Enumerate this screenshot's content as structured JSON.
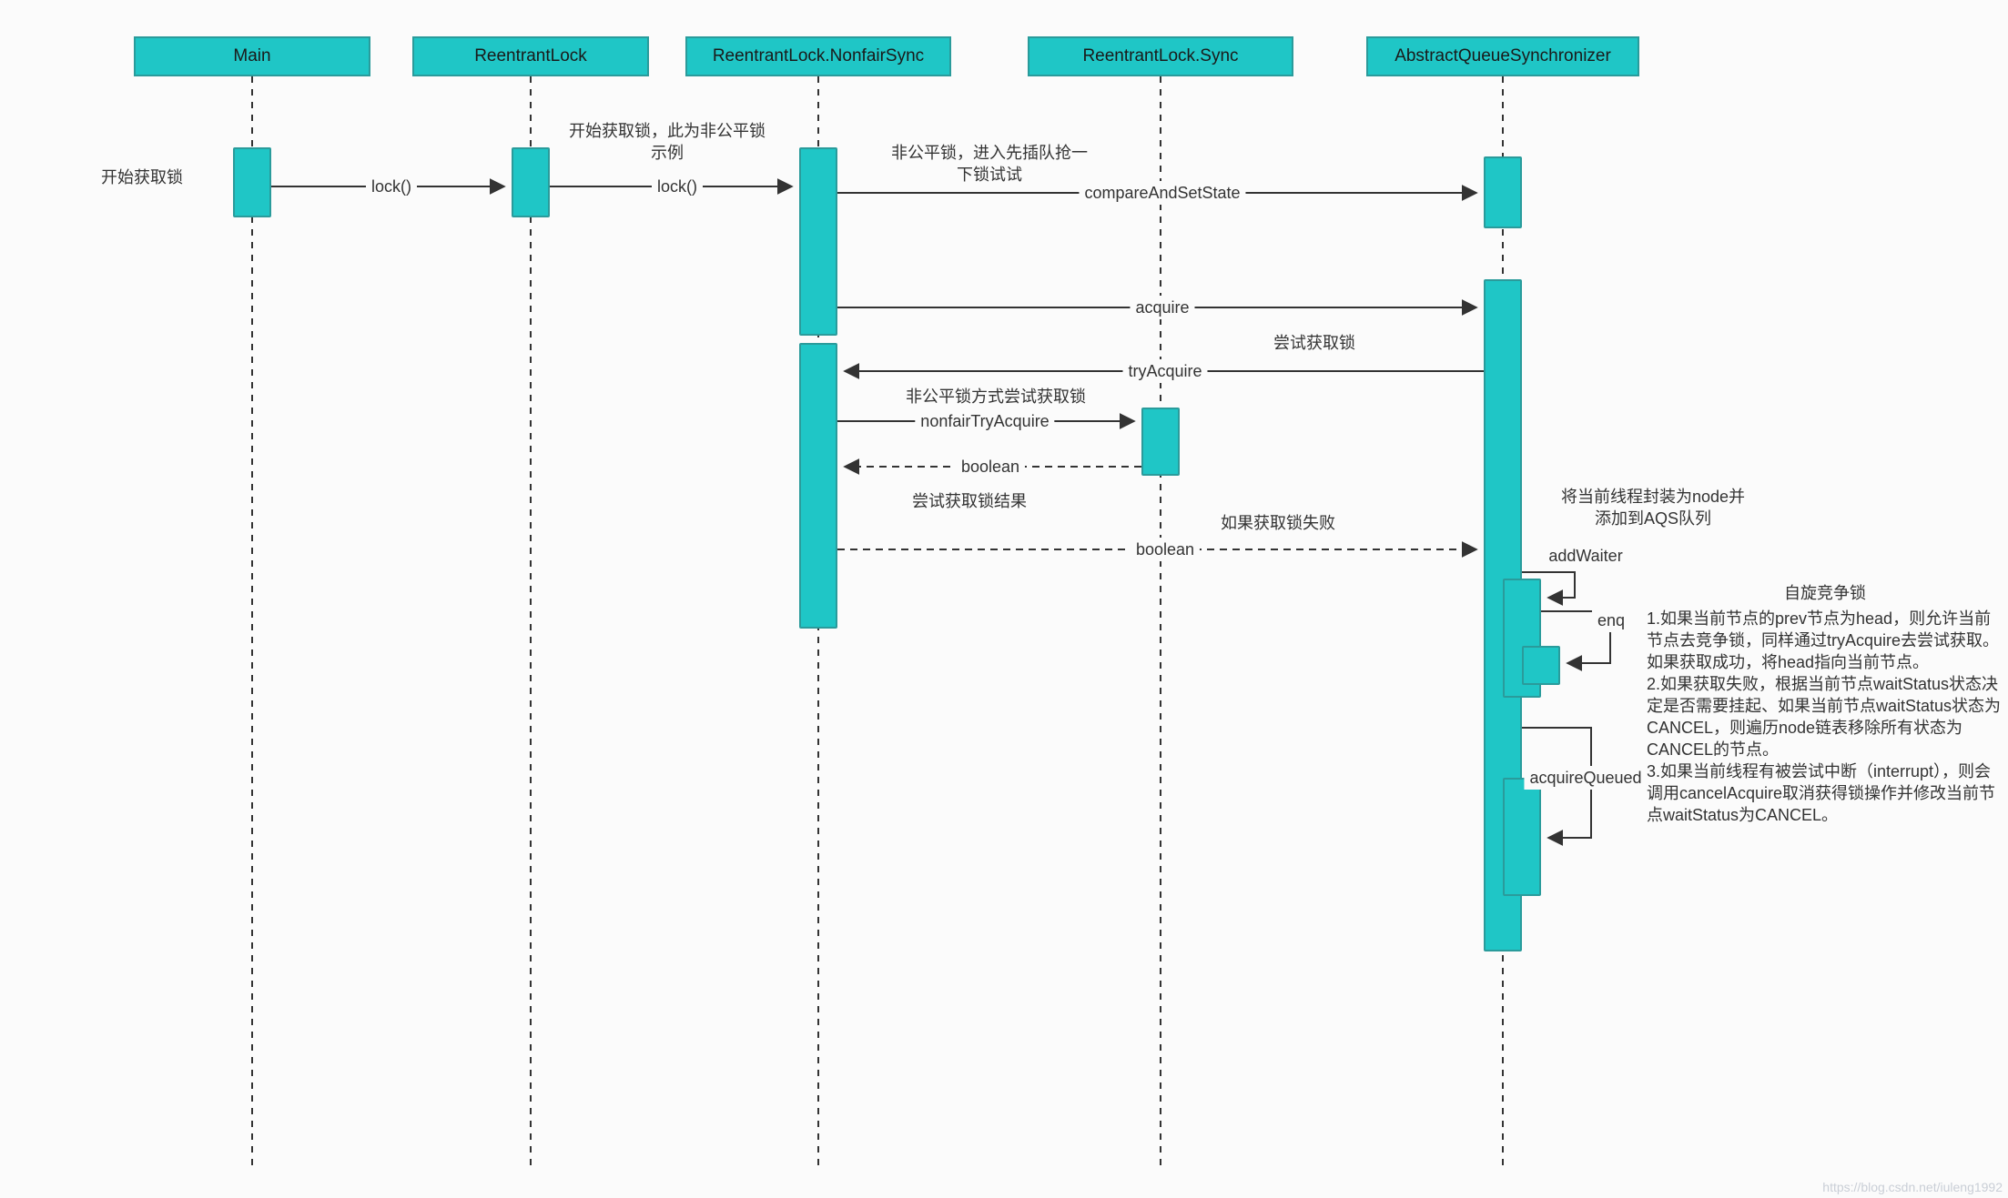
{
  "colors": {
    "accent": "#1fc6c6",
    "accent_border": "#2a9b9b",
    "line": "#333333",
    "text": "#333333",
    "background": "#fbfbfb",
    "watermark": "#c9ced6"
  },
  "actors": [
    {
      "label": "Main"
    },
    {
      "label": "ReentrantLock"
    },
    {
      "label": "ReentrantLock.NonfairSync"
    },
    {
      "label": "ReentrantLock.Sync"
    },
    {
      "label": "AbstractQueueSynchronizer"
    }
  ],
  "messages": {
    "start": "开始获取锁",
    "lock1": "lock()",
    "lock2": "lock()",
    "compare_and_set_state": "compareAndSetState",
    "acquire": "acquire",
    "try_acquire": "tryAcquire",
    "nonfair_try_acquire": "nonfairTryAcquire",
    "boolean1": "boolean",
    "boolean2": "boolean",
    "add_waiter": "addWaiter",
    "enq": "enq",
    "acquire_queued": "acquireQueued"
  },
  "notes": {
    "nonfair_example_line1": "开始获取锁，此为非公平锁",
    "nonfair_example_line2": "示例",
    "queue_jump_line1": "非公平锁，进入先插队抢一",
    "queue_jump_line2": "下锁试试",
    "try_acquire_hint": "尝试获取锁",
    "nonfair_try_hint": "非公平锁方式尝试获取锁",
    "try_result_hint": "尝试获取锁结果",
    "fail_hint": "如果获取锁失败",
    "wrap_node_line1": "将当前线程封装为node并",
    "wrap_node_line2": "添加到AQS队列",
    "spin_title": "自旋竞争锁",
    "spin_body": "1.如果当前节点的prev节点为head，则允许当前节点去竞争锁，同样通过tryAcquire去尝试获取。如果获取成功，将head指向当前节点。\n2.如果获取失败，根据当前节点waitStatus状态决定是否需要挂起、如果当前节点waitStatus状态为CANCEL，则遍历node链表移除所有状态为CANCEL的节点。\n3.如果当前线程有被尝试中断（interrupt），则会调用cancelAcquire取消获得锁操作并修改当前节点waitStatus为CANCEL。"
  },
  "watermark": "https://blog.csdn.net/iuleng1992"
}
